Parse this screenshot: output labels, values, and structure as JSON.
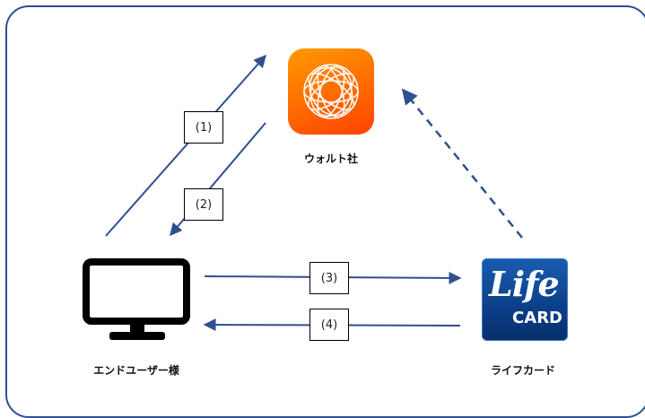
{
  "nodes": {
    "walt": {
      "label": "ウォルト社"
    },
    "end_user": {
      "label": "エンドユーザー様"
    },
    "life_card": {
      "label": "ライフカード",
      "logo_text_top": "Life",
      "logo_text_bottom": "CARD"
    }
  },
  "steps": [
    {
      "label": "(1)"
    },
    {
      "label": "(2)"
    },
    {
      "label": "(3)"
    },
    {
      "label": "(4)"
    }
  ],
  "colors": {
    "arrow": "#2f4f8f",
    "frame": "#2f4f8f",
    "walt_brand": "#ff6a00",
    "life_brand": "#0b3f88"
  }
}
